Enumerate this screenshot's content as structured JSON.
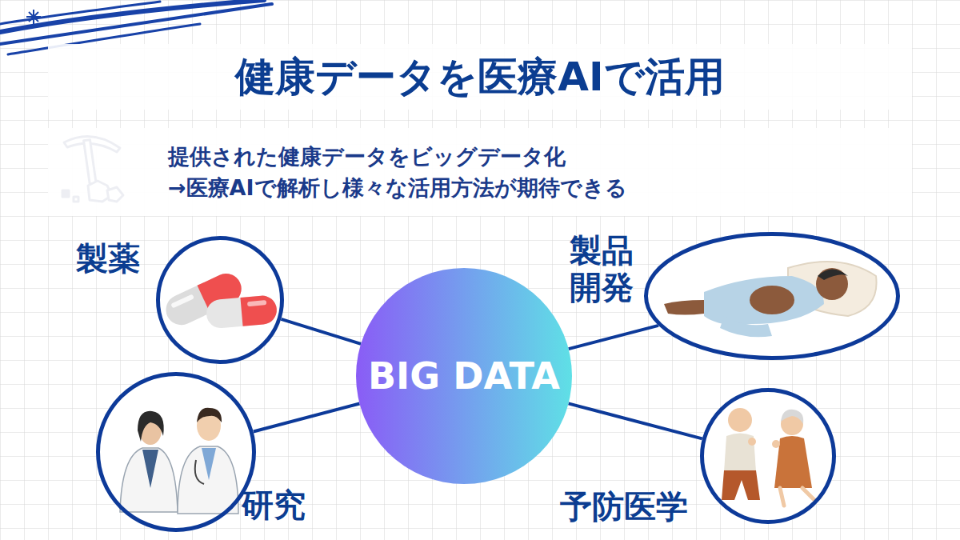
{
  "diagram": {
    "title": "健康データを医療AIで活用",
    "nodes": [
      {
        "text": [
          "提供された健康データをビッグデータ化",
          "→医療AIで解析し様々な活用方法が期待できる"
        ]
      },
      {
        "text": [
          "製薬"
        ]
      },
      {
        "text": [
          "製品開発"
        ]
      },
      {
        "text": [
          "BIG DATA"
        ]
      },
      {
        "text": [
          "研究"
        ]
      },
      {
        "text": [
          "予防医学"
        ]
      }
    ],
    "edges": [
      {
        "from": 3,
        "to": 1,
        "arrow": "none"
      },
      {
        "from": 3,
        "to": 2,
        "arrow": "none"
      },
      {
        "from": 3,
        "to": 4,
        "arrow": "none"
      },
      {
        "from": 3,
        "to": 5,
        "arrow": "none"
      }
    ]
  }
}
